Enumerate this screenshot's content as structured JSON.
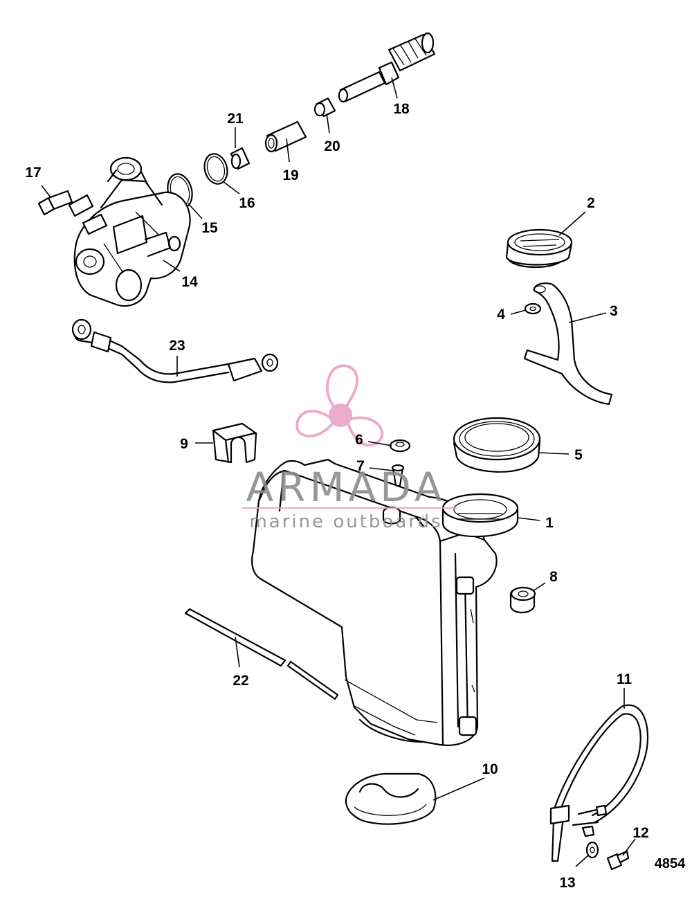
{
  "figure_code": "4854",
  "watermark": {
    "brand": "ARMADA",
    "tagline": "marine outboards",
    "logo_icon": "propeller-icon",
    "logo_color": "#e9a2c6",
    "text_color": "#8c8c8c"
  },
  "callouts": [
    {
      "id": "1",
      "label": "1"
    },
    {
      "id": "2",
      "label": "2"
    },
    {
      "id": "3",
      "label": "3"
    },
    {
      "id": "4",
      "label": "4"
    },
    {
      "id": "5",
      "label": "5"
    },
    {
      "id": "6",
      "label": "6"
    },
    {
      "id": "7",
      "label": "7"
    },
    {
      "id": "8",
      "label": "8"
    },
    {
      "id": "9",
      "label": "9"
    },
    {
      "id": "10",
      "label": "10"
    },
    {
      "id": "11",
      "label": "11"
    },
    {
      "id": "12",
      "label": "12"
    },
    {
      "id": "13",
      "label": "13"
    },
    {
      "id": "14",
      "label": "14"
    },
    {
      "id": "15",
      "label": "15"
    },
    {
      "id": "16",
      "label": "16"
    },
    {
      "id": "17",
      "label": "17"
    },
    {
      "id": "18",
      "label": "18"
    },
    {
      "id": "19",
      "label": "19"
    },
    {
      "id": "20",
      "label": "20"
    },
    {
      "id": "21",
      "label": "21"
    },
    {
      "id": "22",
      "label": "22"
    },
    {
      "id": "23",
      "label": "23"
    }
  ]
}
